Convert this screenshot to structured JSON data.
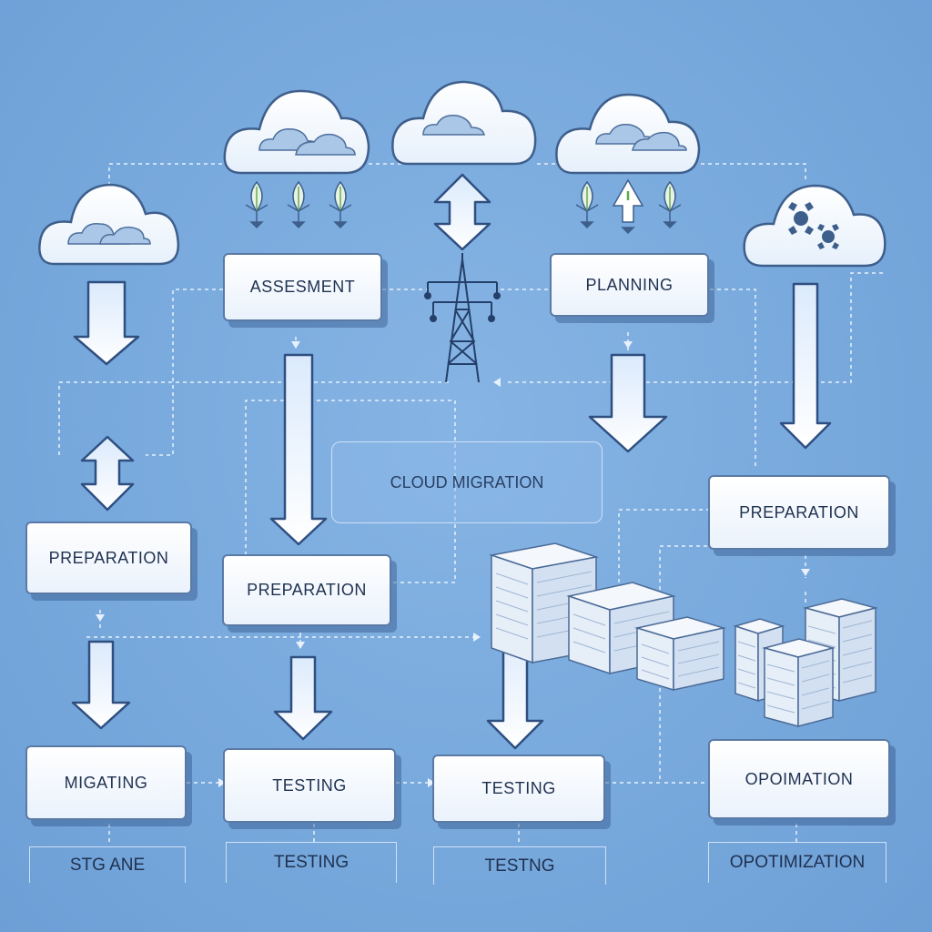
{
  "diagram": {
    "center_label": "CLOUD MIGRATION",
    "boxes": {
      "assessment": "ASSESMENT",
      "planning": "PLANNING",
      "prep_left": "PREPARATION",
      "prep_middle": "PREPARATION",
      "prep_right": "PREPARATION",
      "migrating": "MIGATING",
      "testing_1": "TESTING",
      "testing_2": "TESTING",
      "optimization": "OPOIMATION"
    },
    "stage_labels": [
      "STG ANE",
      "TESTING",
      "TESTNG",
      "OPOTIMIZATION"
    ]
  }
}
